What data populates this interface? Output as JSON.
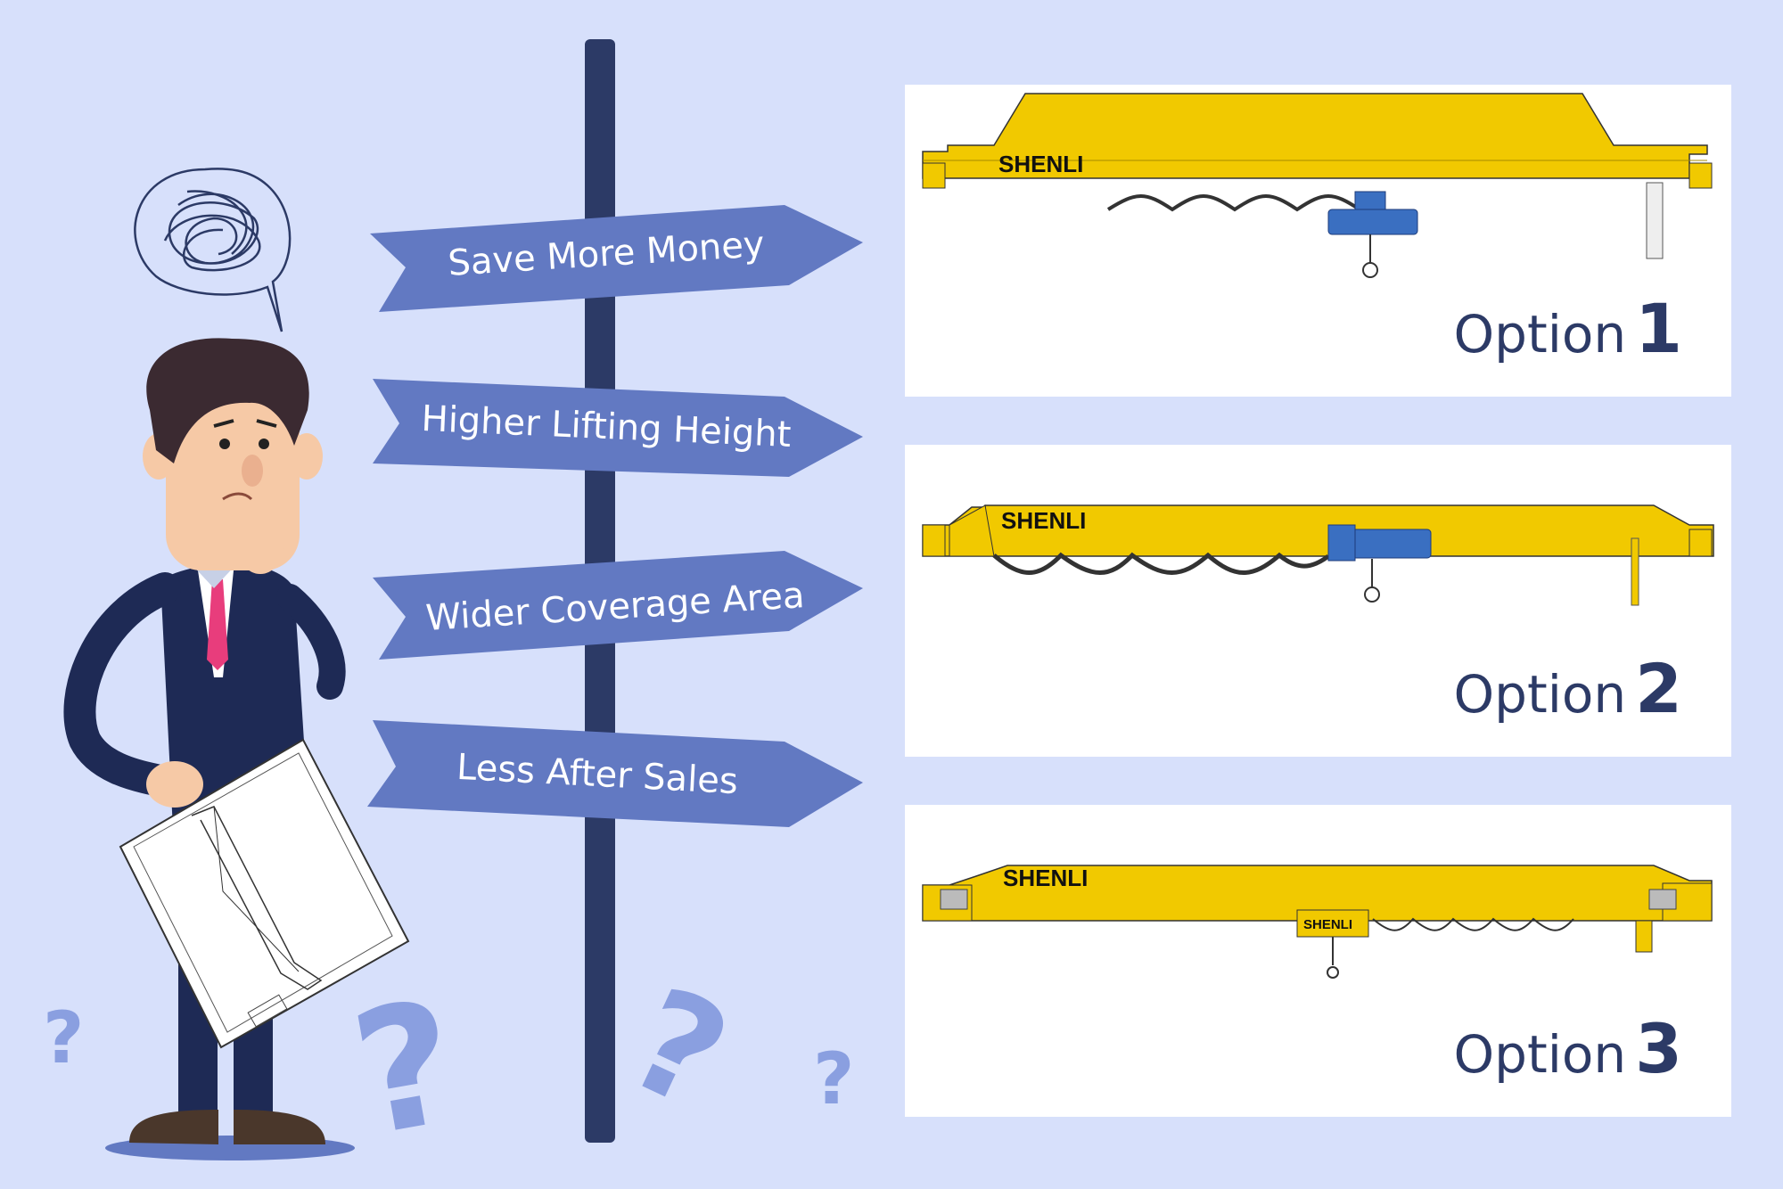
{
  "signposts": [
    {
      "label": "Save More Money"
    },
    {
      "label": "Higher Lifting Height"
    },
    {
      "label": "Wider Coverage Area"
    },
    {
      "label": "Less After Sales"
    }
  ],
  "options": [
    {
      "word": "Option",
      "number": "1",
      "brand": "SHENLI"
    },
    {
      "word": "Option",
      "number": "2",
      "brand": "SHENLI"
    },
    {
      "word": "Option",
      "number": "3",
      "brand": "SHENLI",
      "hoist_brand": "SHENLI"
    }
  ],
  "colors": {
    "background": "#d7e0fb",
    "sign": "#6279c2",
    "pole": "#2c3a66",
    "crane_yellow": "#f1c900",
    "motor_blue": "#3a6fc1",
    "question_marks": "#8a9fe0"
  },
  "icons": [
    "thinking-businessman",
    "scribble-thought-bubble",
    "blueprint-drawing",
    "question-mark-icon"
  ]
}
